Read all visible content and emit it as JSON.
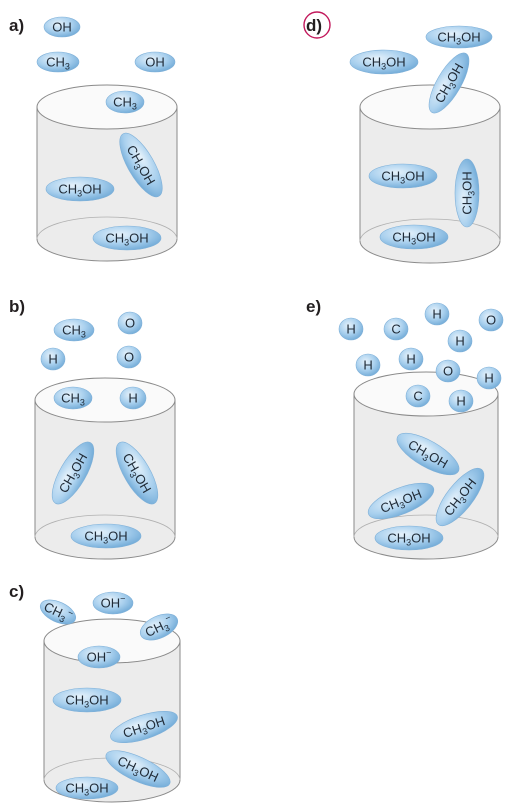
{
  "panels": [
    {
      "id": "a",
      "label": "a)",
      "selected": false,
      "particles": [
        {
          "text": "OH",
          "sub": "",
          "after": ""
        },
        {
          "text": "CH",
          "sub": "3",
          "after": ""
        },
        {
          "text": "OH",
          "sub": "",
          "after": ""
        },
        {
          "text": "CH",
          "sub": "3",
          "after": ""
        },
        {
          "text": "CH",
          "sub": "3",
          "after": "OH"
        },
        {
          "text": "CH",
          "sub": "3",
          "after": "OH"
        },
        {
          "text": "CH",
          "sub": "3",
          "after": "OH"
        }
      ]
    },
    {
      "id": "d",
      "label": "d)",
      "selected": true,
      "particles": [
        {
          "text": "CH",
          "sub": "3",
          "after": "OH"
        },
        {
          "text": "CH",
          "sub": "3",
          "after": "OH"
        },
        {
          "text": "CH",
          "sub": "3",
          "after": "OH"
        },
        {
          "text": "CH",
          "sub": "3",
          "after": "OH"
        },
        {
          "text": "CH",
          "sub": "3",
          "after": "OH"
        },
        {
          "text": "CH",
          "sub": "3",
          "after": "OH"
        }
      ]
    },
    {
      "id": "b",
      "label": "b)",
      "selected": false,
      "particles": [
        {
          "text": "CH",
          "sub": "3",
          "after": ""
        },
        {
          "text": "O",
          "sub": "",
          "after": ""
        },
        {
          "text": "H",
          "sub": "",
          "after": ""
        },
        {
          "text": "O",
          "sub": "",
          "after": ""
        },
        {
          "text": "CH",
          "sub": "3",
          "after": ""
        },
        {
          "text": "H",
          "sub": "",
          "after": ""
        },
        {
          "text": "CH",
          "sub": "3",
          "after": "OH"
        },
        {
          "text": "CH",
          "sub": "3",
          "after": "OH"
        },
        {
          "text": "CH",
          "sub": "3",
          "after": "OH"
        }
      ]
    },
    {
      "id": "e",
      "label": "e)",
      "selected": false,
      "particles": [
        {
          "text": "H",
          "sub": "",
          "after": ""
        },
        {
          "text": "C",
          "sub": "",
          "after": ""
        },
        {
          "text": "H",
          "sub": "",
          "after": ""
        },
        {
          "text": "O",
          "sub": "",
          "after": ""
        },
        {
          "text": "H",
          "sub": "",
          "after": ""
        },
        {
          "text": "H",
          "sub": "",
          "after": ""
        },
        {
          "text": "H",
          "sub": "",
          "after": ""
        },
        {
          "text": "O",
          "sub": "",
          "after": ""
        },
        {
          "text": "H",
          "sub": "",
          "after": ""
        },
        {
          "text": "C",
          "sub": "",
          "after": ""
        },
        {
          "text": "H",
          "sub": "",
          "after": ""
        },
        {
          "text": "CH",
          "sub": "3",
          "after": "OH"
        },
        {
          "text": "CH",
          "sub": "3",
          "after": "OH"
        },
        {
          "text": "CH",
          "sub": "3",
          "after": "OH"
        },
        {
          "text": "CH",
          "sub": "3",
          "after": "OH"
        }
      ]
    },
    {
      "id": "c",
      "label": "c)",
      "selected": false,
      "particles": [
        {
          "text": "CH",
          "sub": "3",
          "after": "",
          "charge": "−"
        },
        {
          "text": "OH",
          "sub": "",
          "after": "",
          "charge": "−"
        },
        {
          "text": "CH",
          "sub": "3",
          "after": "",
          "charge": "−"
        },
        {
          "text": "OH",
          "sub": "",
          "after": "",
          "charge": "−"
        },
        {
          "text": "CH",
          "sub": "3",
          "after": "OH"
        },
        {
          "text": "CH",
          "sub": "3",
          "after": "OH"
        },
        {
          "text": "CH",
          "sub": "3",
          "after": "OH"
        },
        {
          "text": "CH",
          "sub": "3",
          "after": "OH"
        }
      ]
    }
  ]
}
